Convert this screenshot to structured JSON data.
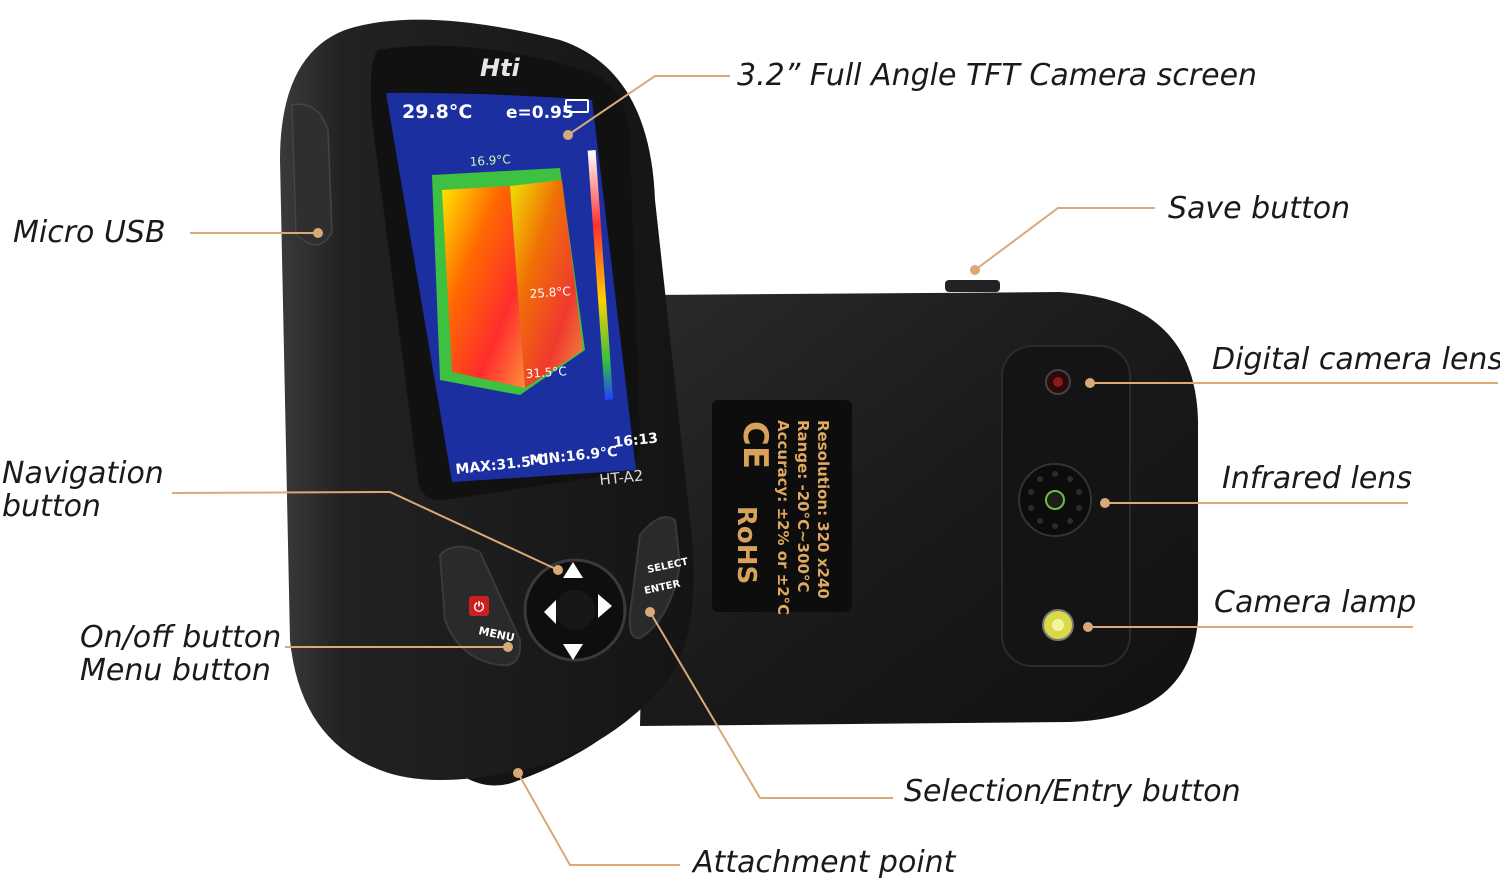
{
  "colors": {
    "leader": "#d9a977",
    "body_dark": "#1c1c1c",
    "body_edge": "#2e2e2e",
    "screen_bg": "#1b2fa0"
  },
  "device": {
    "brand": "Hti",
    "model": "HT-A2",
    "screen": {
      "temp": "29.8°C",
      "emissivity": "e=0.95",
      "spot_high": "16.9°C",
      "spot_mid": "25.8°C",
      "spot_low": "31.5°C",
      "max": "MAX:31.5°C",
      "min": "MIN:16.9°C",
      "time": "16:13"
    },
    "buttons": {
      "menu": "MENU",
      "select": "SELECT",
      "enter": "ENTER"
    },
    "back_label": {
      "ce": "CE",
      "rohs": "RoHS",
      "resolution": "Resolution: 320 x240",
      "range": "Range: -20°C~300°C",
      "accuracy": "Accuracy: ±2% or ±2°C"
    }
  },
  "callouts": {
    "screen": "3.2” Full Angle TFT Camera screen",
    "save": "Save button",
    "micro_usb": "Micro USB",
    "digital_lens": "Digital camera lens",
    "infrared_lens": "Infrared lens",
    "navigation_1": "Navigation",
    "navigation_2": "button",
    "camera_lamp": "Camera lamp",
    "onoff": "On/off button",
    "menu_btn": "Menu button",
    "selection": "Selection/Entry button",
    "attachment": "Attachment point"
  }
}
